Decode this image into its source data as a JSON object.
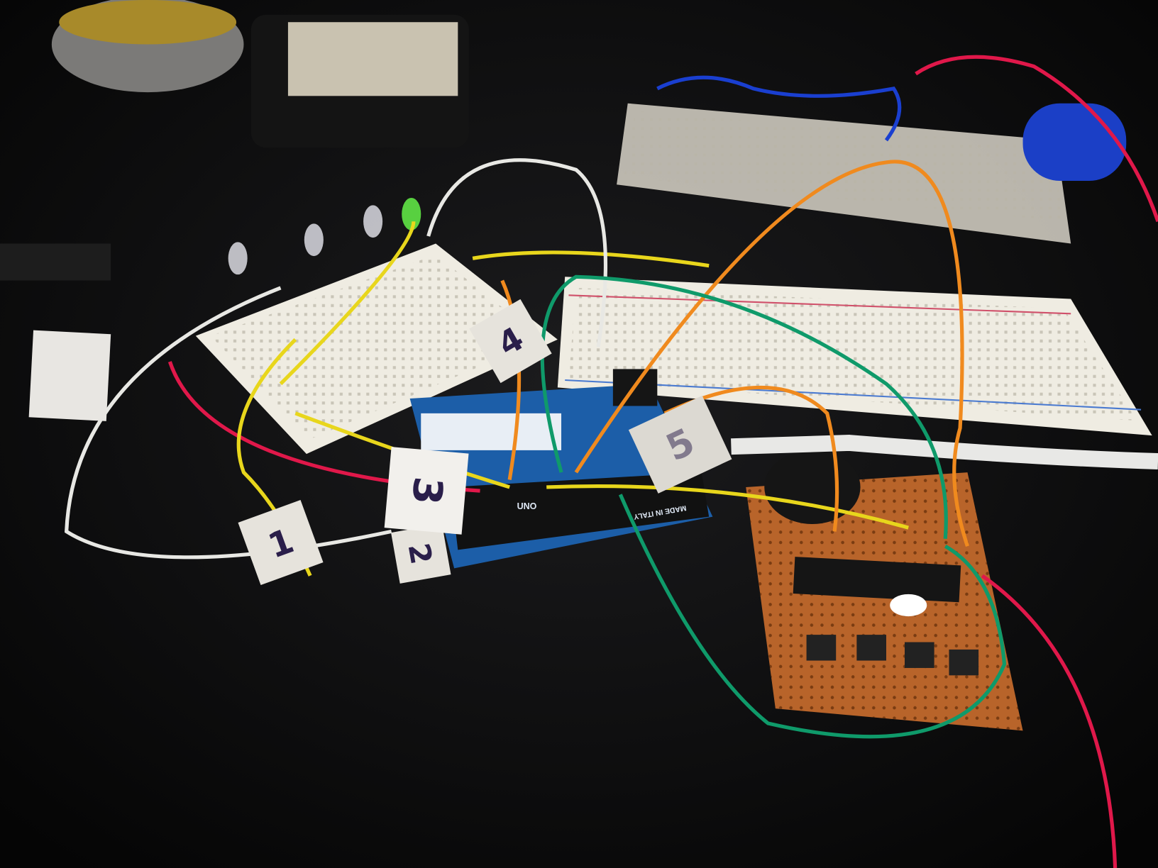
{
  "scene": {
    "description_labels": {
      "tape_labels": [
        "1",
        "2",
        "3",
        "4",
        "5"
      ],
      "board_brand": "UNO",
      "board_origin": "MADE IN ITALY"
    }
  },
  "colors": {
    "desk": "#0b0b0c",
    "breadboard": "#ece8dc",
    "arduino": "#1c5ea8",
    "perfboard": "#b8642a",
    "wire_red": "#e0184a",
    "wire_yellow": "#e8d61c",
    "wire_orange": "#f08a1e",
    "wire_green": "#0f9a6a",
    "wire_white": "#e8e8e4",
    "wire_blue": "#1a3fd0"
  }
}
